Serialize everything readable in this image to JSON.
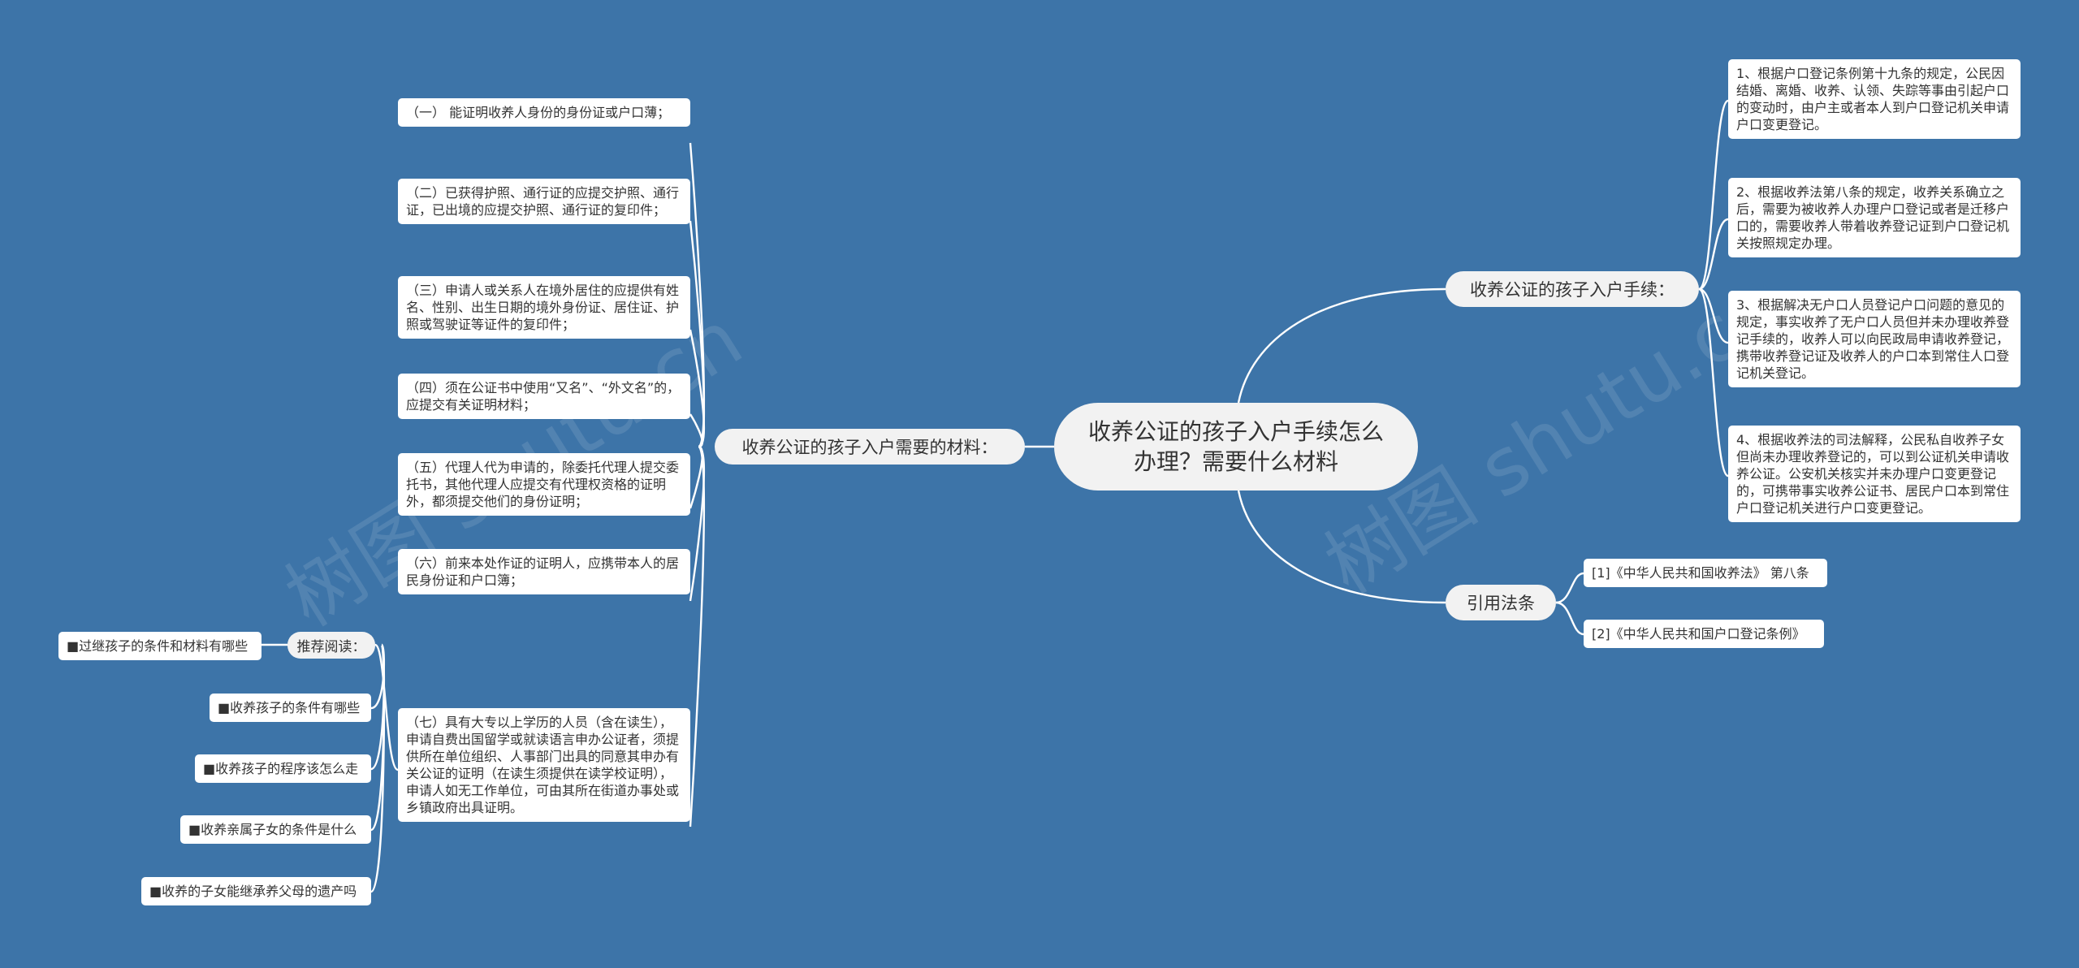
{
  "root": "收养公证的孩子入户手续怎么办理？需要什么材料",
  "branches": {
    "left": "收养公证的孩子入户需要的材料：",
    "right_top": "收养公证的孩子入户手续：",
    "right_bottom": "引用法条",
    "recommend": "推荐阅读："
  },
  "materials": [
    "（一） 能证明收养人身份的身份证或户口薄；",
    "（二）已获得护照、通行证的应提交护照、通行证，已出境的应提交护照、通行证的复印件；",
    "（三）申请人或关系人在境外居住的应提供有姓名、性别、出生日期的境外身份证、居住证、护照或驾驶证等证件的复印件；",
    "（四）须在公证书中使用“又名”、“外文名”的，应提交有关证明材料；",
    "（五）代理人代为申请的，除委托代理人提交委托书，其他代理人应提交有代理权资格的证明外，都须提交他们的身份证明；",
    "（六）前来本处作证的证明人，应携带本人的居民身份证和户口簿；",
    "（七）具有大专以上学历的人员（含在读生），申请自费出国留学或就读语言申办公证者，须提供所在单位组织、人事部门出具的同意其申办有关公证的证明（在读生须提供在读学校证明），申请人如无工作单位，可由其所在街道办事处或乡镇政府出具证明。"
  ],
  "recommended": [
    "■过继孩子的条件和材料有哪些",
    "■收养孩子的条件有哪些",
    "■收养孩子的程序该怎么走",
    "■收养亲属子女的条件是什么",
    "■收养的子女能继承养父母的遗产吗"
  ],
  "procedures": [
    "1、根据户口登记条例第十九条的规定，公民因结婚、离婚、收养、认领、失踪等事由引起户口的变动时，由户主或者本人到户口登记机关申请户口变更登记。",
    "2、根据收养法第八条的规定，收养关系确立之后，需要为被收养人办理户口登记或者是迁移户口的，需要收养人带着收养登记证到户口登记机关按照规定办理。",
    "3、根据解决无户口人员登记户口问题的意见的规定，事实收养了无户口人员但并未办理收养登记手续的，收养人可以向民政局申请收养登记，携带收养登记证及收养人的户口本到常住人口登记机关登记。",
    "4、根据收养法的司法解释，公民私自收养子女但尚未办理收养登记的，可以到公证机关申请收养公证。公安机关核实并未办理户口变更登记的，可携带事实收养公证书、居民户口本到常住户口登记机关进行户口变更登记。"
  ],
  "laws": [
    "[1]《中华人民共和国收养法》 第八条",
    "[2]《中华人民共和国户口登记条例》"
  ],
  "watermark": "树图 shutu.cn"
}
